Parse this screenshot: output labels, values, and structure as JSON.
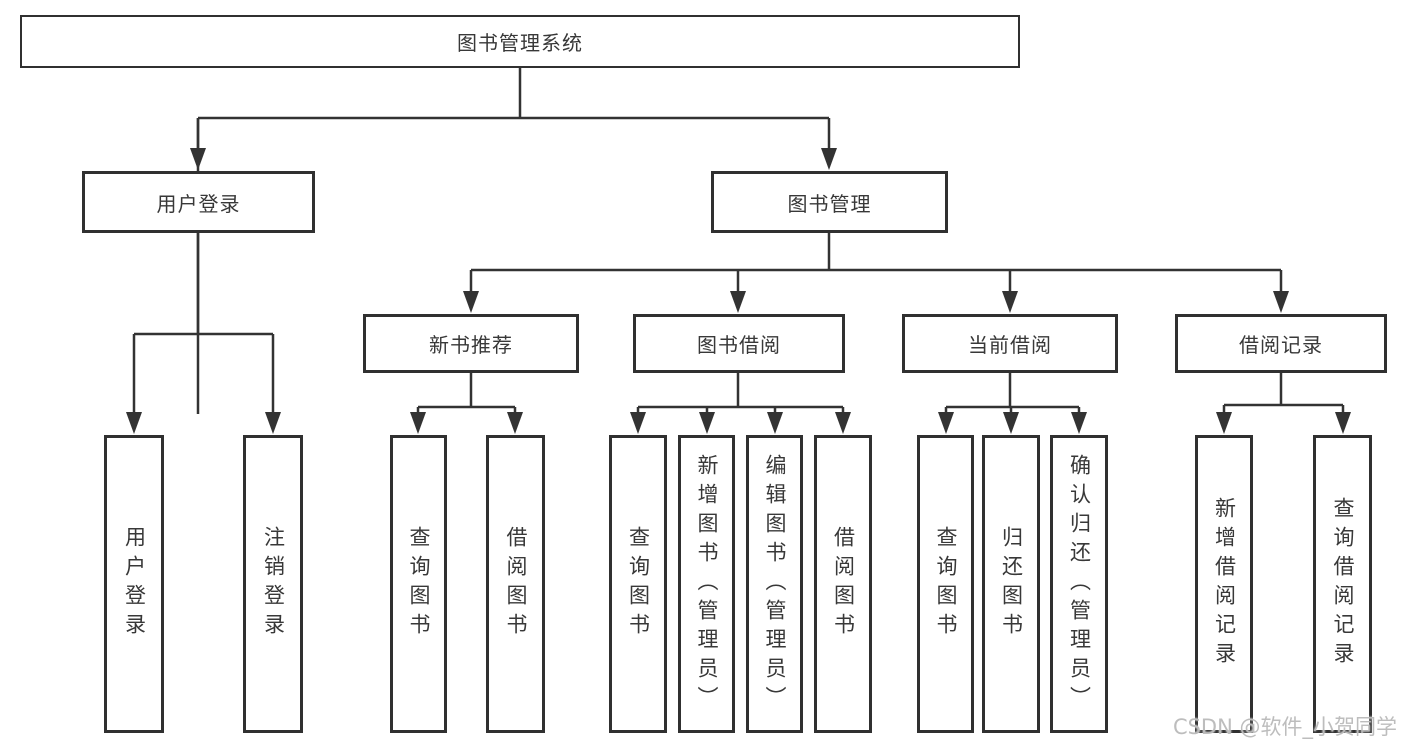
{
  "diagram": {
    "title": "图书管理系统",
    "branches": [
      {
        "label": "用户登录",
        "children": [
          {
            "label": "用户登录"
          },
          {
            "label": "注销登录"
          }
        ]
      },
      {
        "label": "图书管理",
        "children": [
          {
            "label": "新书推荐",
            "children": [
              {
                "label": "查询图书"
              },
              {
                "label": "借阅图书"
              }
            ]
          },
          {
            "label": "图书借阅",
            "children": [
              {
                "label": "查询图书"
              },
              {
                "label": "新增图书（管理员）"
              },
              {
                "label": "编辑图书（管理员）"
              },
              {
                "label": "借阅图书"
              }
            ]
          },
          {
            "label": "当前借阅",
            "children": [
              {
                "label": "查询图书"
              },
              {
                "label": "归还图书"
              },
              {
                "label": "确认归还（管理员）"
              }
            ]
          },
          {
            "label": "借阅记录",
            "children": [
              {
                "label": "新增借阅记录"
              },
              {
                "label": "查询借阅记录"
              }
            ]
          }
        ]
      }
    ]
  },
  "watermark": {
    "text": "CSDN @软件_小贺同学"
  },
  "colors": {
    "line": "#333333",
    "box_border": "#303030",
    "text": "#383838",
    "watermark": "#b9b9b9",
    "background": "#ffffff"
  }
}
